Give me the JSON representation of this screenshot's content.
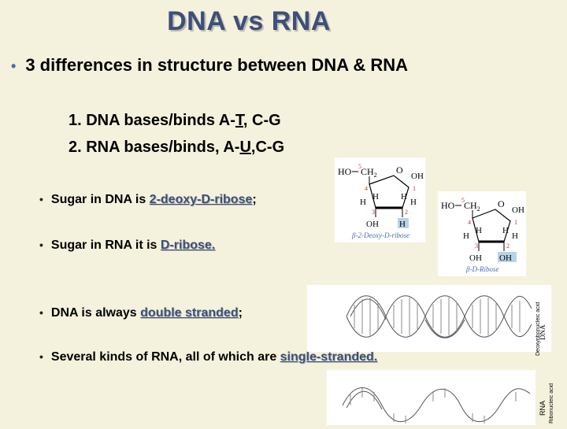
{
  "title": "DNA vs RNA",
  "main_point": {
    "bullet": "•",
    "text": "3 differences in structure between DNA & RNA"
  },
  "numbered": [
    {
      "pre": "1. DNA bases/binds A-",
      "u": "T",
      "post": ", C-G"
    },
    {
      "pre": "2. RNA bases/binds, A-",
      "u": "U",
      "post": ",C-G"
    }
  ],
  "points": [
    {
      "pre": "Sugar in DNA is ",
      "hl": "2-deoxy-D-ribose",
      "post": ";"
    },
    {
      "pre": "Sugar in RNA it is ",
      "hl": "D-ribose.",
      "post": ""
    },
    {
      "pre": "DNA is always ",
      "hl": "double stranded",
      "post": ";"
    },
    {
      "pre": "Several kinds of RNA, all of which are ",
      "hl": "single-stranded.",
      "post": ""
    }
  ],
  "deoxyribose_figure": {
    "ho": "HO",
    "ch2": "CH",
    "sub2": "2",
    "o": "O",
    "oh": "OH",
    "h": "H",
    "nums": [
      "5",
      "4",
      "1",
      "3",
      "2"
    ],
    "caption": "β-2-Deoxy-D-ribose"
  },
  "ribose_figure": {
    "ho": "HO",
    "ch2": "CH",
    "sub2": "2",
    "o": "O",
    "oh": "OH",
    "h": "H",
    "nums": [
      "5",
      "4",
      "1",
      "3",
      "2"
    ],
    "caption": "β-D-Ribose"
  },
  "dna_figure": {
    "label": "DNA",
    "sublabel": "Deoxyribonucleic acid"
  },
  "rna_figure": {
    "label": "RNA",
    "sublabel": "Ribonucleic acid"
  },
  "colors": {
    "title": "#3d4f7a",
    "bullet": "#4a69b5",
    "highlight_box": "#b9d3e6",
    "background": "#f4f2dd"
  }
}
